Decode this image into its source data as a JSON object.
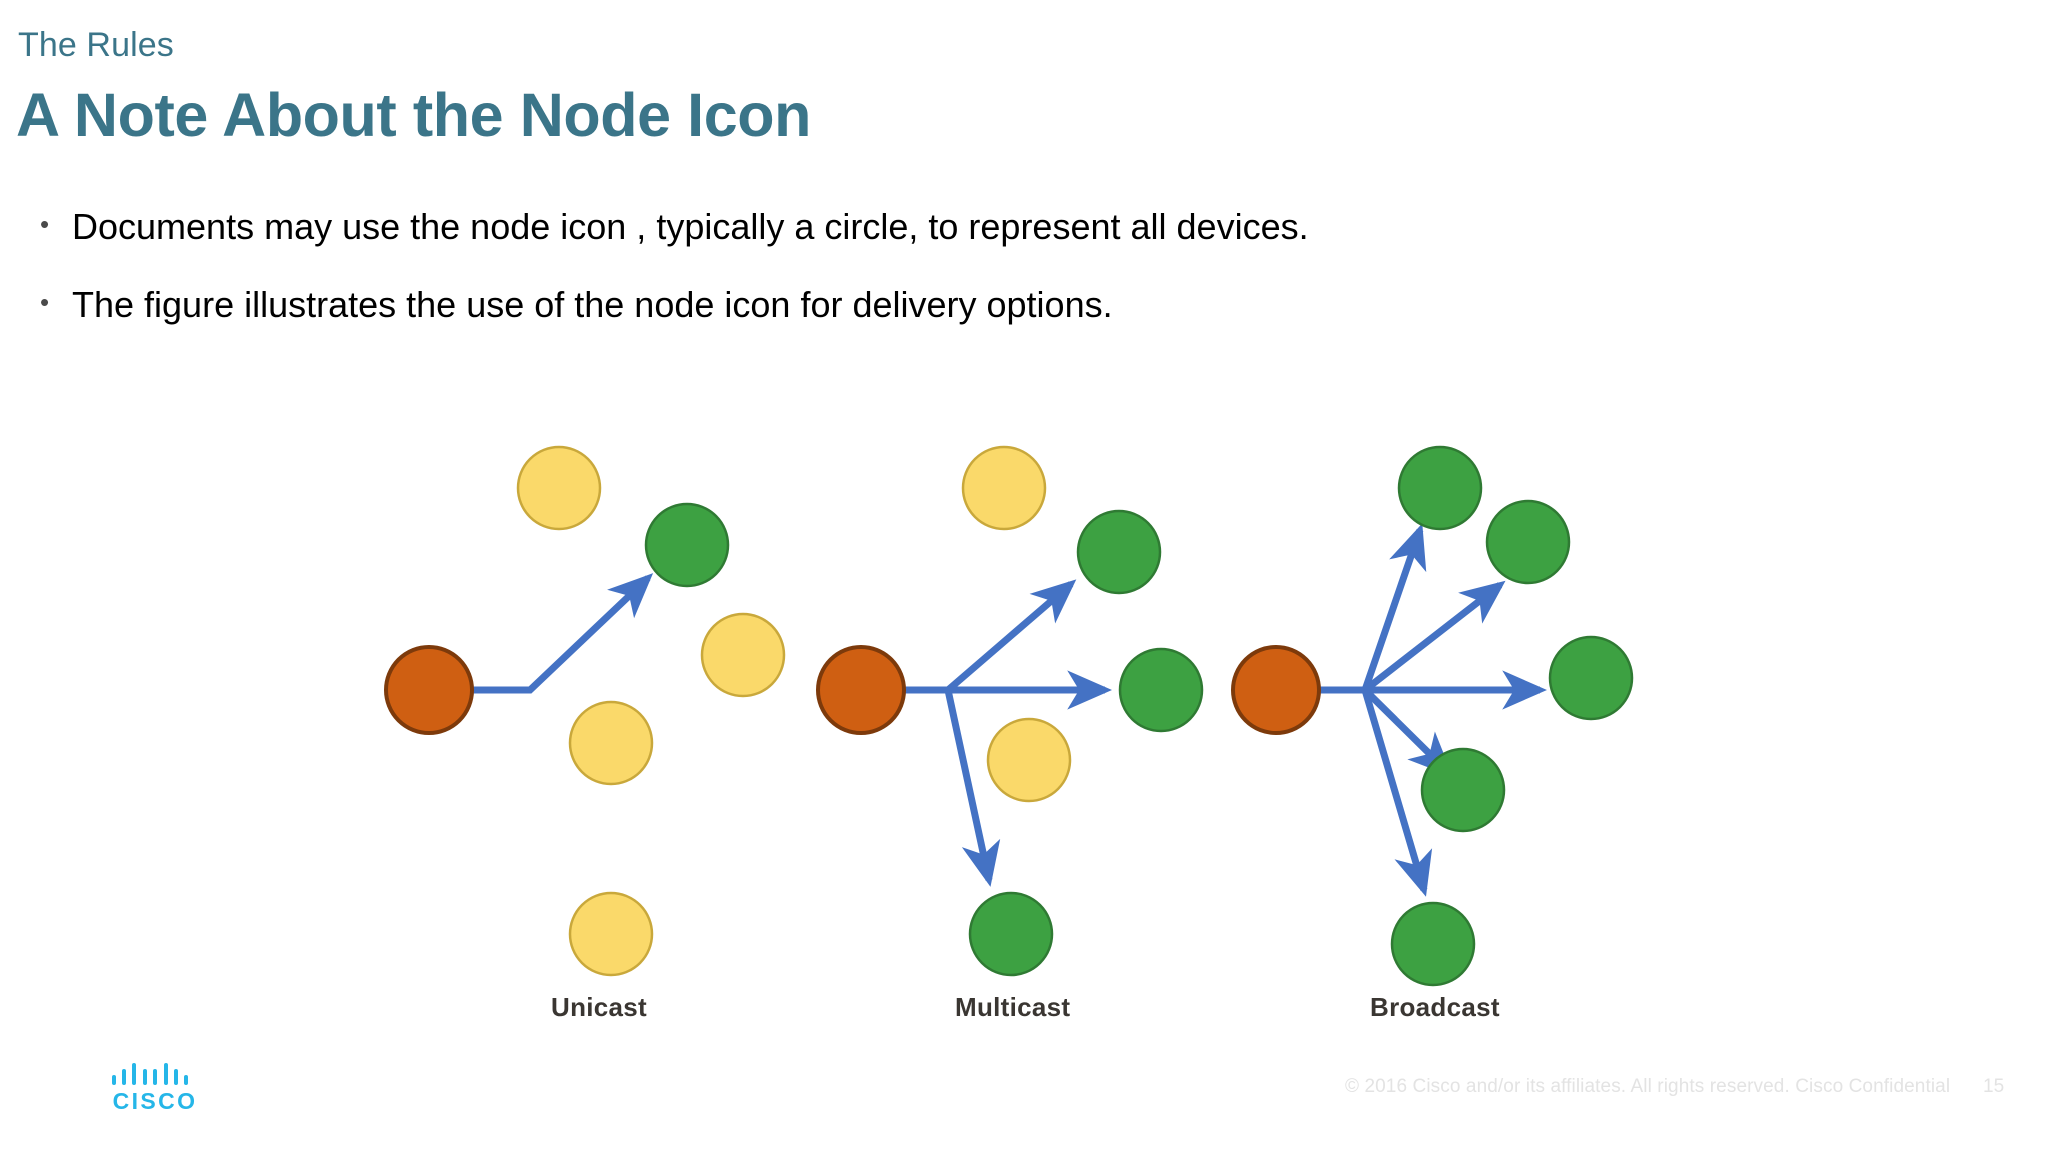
{
  "header": {
    "eyebrow": "The Rules",
    "title": "A Note About the Node Icon",
    "accent_color": "#3b7589"
  },
  "bullets": [
    {
      "marker": "•",
      "text": "Documents may use the node icon , typically a circle, to represent all devices."
    },
    {
      "marker": "•",
      "text": "The figure illustrates the use of the node icon for delivery options."
    }
  ],
  "figure": {
    "colors": {
      "source": "#cf5f12",
      "source_border": "#7d3a0b",
      "inactive": "#fad96a",
      "inactive_border": "#c9a83b",
      "receiver": "#3da142",
      "receiver_border": "#2f7a33",
      "arrow": "#4472c4"
    },
    "groups": [
      {
        "id": "unicast",
        "caption": "Unicast",
        "source_label": "source-node",
        "receiver_count": 1,
        "inactive_count": 4,
        "arrow_count": 1
      },
      {
        "id": "multicast",
        "caption": "Multicast",
        "source_label": "source-node",
        "receiver_count": 3,
        "inactive_count": 2,
        "arrow_count": 3
      },
      {
        "id": "broadcast",
        "caption": "Broadcast",
        "source_label": "source-node",
        "receiver_count": 5,
        "inactive_count": 0,
        "arrow_count": 5
      }
    ]
  },
  "footer": {
    "logo_word": "CISCO",
    "copyright": "© 2016  Cisco and/or its affiliates. All rights reserved.   Cisco Confidential",
    "page_number": "15",
    "logo_color": "#25b6e8"
  }
}
